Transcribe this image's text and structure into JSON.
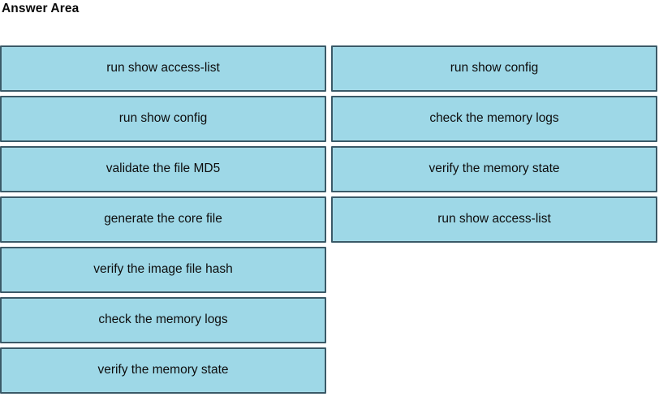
{
  "page": {
    "title": "Answer Area",
    "background_color": "#ffffff"
  },
  "theme": {
    "tile_fill": "#9ed8e7",
    "tile_border": "#3a5a68",
    "text_color": "#0d0d0d"
  },
  "columns": [
    {
      "name": "left-column",
      "tiles": [
        {
          "label": "run show access-list"
        },
        {
          "label": "run show config"
        },
        {
          "label": "validate the file MD5"
        },
        {
          "label": "generate the core file"
        },
        {
          "label": "verify the image file hash"
        },
        {
          "label": "check the memory logs"
        },
        {
          "label": "verify the memory state"
        }
      ]
    },
    {
      "name": "right-column",
      "tiles": [
        {
          "label": "run show config"
        },
        {
          "label": "check the memory logs"
        },
        {
          "label": "verify the memory state"
        },
        {
          "label": "run show access-list"
        }
      ]
    }
  ]
}
